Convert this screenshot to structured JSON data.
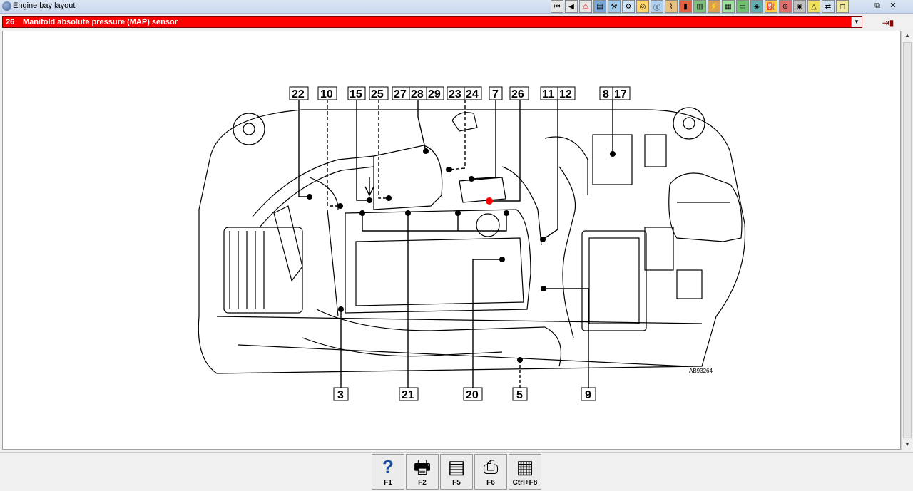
{
  "window": {
    "title": "Engine bay layout"
  },
  "toolbar": {
    "buttons": [
      "first-icon",
      "prev-icon",
      "warning-icon",
      "book-icon",
      "tool-icon",
      "gear-icon",
      "wheel-icon",
      "info-icon",
      "wiring-icon",
      "fluid-icon",
      "tab-icon",
      "engine-icon",
      "chart-icon",
      "component-icon",
      "stamp-icon",
      "fuel-icon",
      "pump-icon",
      "camera-icon",
      "filter-icon",
      "exit-icon",
      "alert-icon",
      "car-icon",
      "window-icon"
    ]
  },
  "component": {
    "number": "26",
    "name": "Manifold absolute pressure (MAP) sensor"
  },
  "diagram": {
    "reference": "AB93264",
    "callouts_top": [
      "22",
      "10",
      "15",
      "25",
      "27",
      "28",
      "29",
      "23",
      "24",
      "7",
      "26",
      "11",
      "12",
      "8",
      "17"
    ],
    "callouts_bottom": [
      "3",
      "21",
      "20",
      "5",
      "9"
    ],
    "highlighted": "26",
    "colors": {
      "highlight": "#ff0000",
      "line": "#000000"
    }
  },
  "fkeys": [
    {
      "label": "F1",
      "icon": "help-icon"
    },
    {
      "label": "F2",
      "icon": "print-icon"
    },
    {
      "label": "F5",
      "icon": "page-icon"
    },
    {
      "label": "F6",
      "icon": "printer-icon"
    },
    {
      "label": "Ctrl+F8",
      "icon": "table-icon"
    }
  ]
}
